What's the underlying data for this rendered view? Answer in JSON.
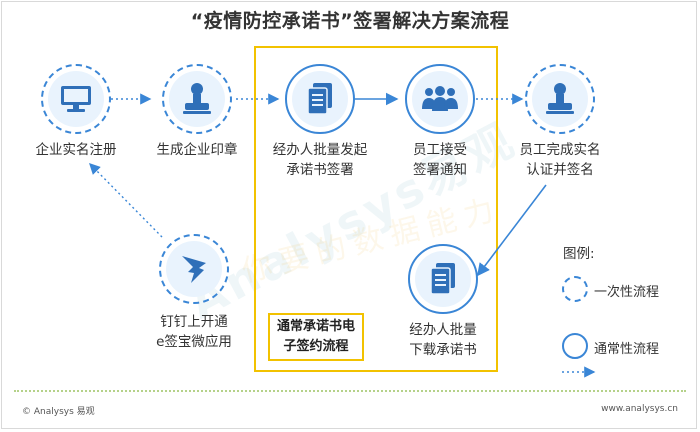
{
  "title": "“疫情防控承诺书”签署解决方案流程",
  "nodes": {
    "enterprise_register": "企业实名注册",
    "generate_seal": "生成企业印章",
    "initiate_signing_1": "经办人批量发起",
    "initiate_signing_2": "承诺书签署",
    "employee_receive_1": "员工接受",
    "employee_receive_2": "签署通知",
    "employee_verify_1": "员工完成实名",
    "employee_verify_2": "认证并签名",
    "dingtalk_1": "钉钉上开通",
    "dingtalk_2": "e签宝微应用",
    "download_1": "经办人批量",
    "download_2": "下载承诺书"
  },
  "highlight_note": {
    "line1": "通常承诺书电",
    "line2": "子签约流程"
  },
  "legend": {
    "title": "图例:",
    "once": "一次性流程",
    "regular": "通常性流程"
  },
  "watermark": {
    "main": "Analysys易观",
    "sub": "你要的数据能力"
  },
  "footer": {
    "left": "© Analysys 易观",
    "right": "www.analysys.cn"
  },
  "colors": {
    "accent": "#3a86d6",
    "highlight": "#f2c200",
    "icon_fill": "#2f6fb8"
  }
}
